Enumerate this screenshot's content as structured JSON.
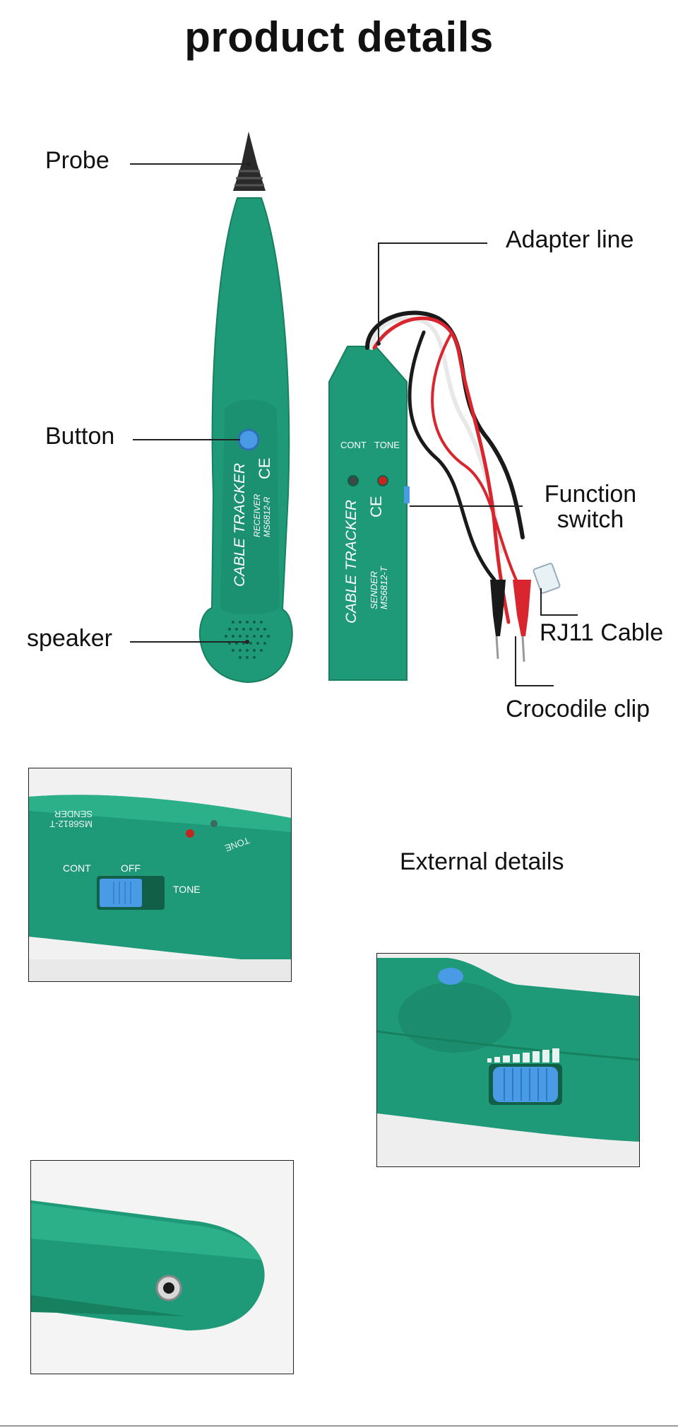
{
  "page": {
    "title": "product details"
  },
  "callouts": {
    "probe": "Probe",
    "button": "Button",
    "speaker": "speaker",
    "adapter_line": "Adapter line",
    "function_switch_line1": "Function",
    "function_switch_line2": "switch",
    "rj11_cable": "RJ11 Cable",
    "crocodile_clip": "Crocodile clip"
  },
  "receiver": {
    "brand": "CABLE TRACKER",
    "type": "RECEIVER",
    "model": "MS6812-R",
    "mark": "CE"
  },
  "sender": {
    "brand": "CABLE TRACKER",
    "type": "SENDER",
    "model": "MS6812-T",
    "mark": "CE",
    "led_labels": [
      "CONT",
      "TONE"
    ]
  },
  "details": {
    "heading": "External details",
    "switch_labels": [
      "CONT",
      "OFF",
      "TONE"
    ],
    "closeup_sender_text": "SENDER",
    "closeup_sender_model": "MS6812-T",
    "closeup_tone": "TONE"
  },
  "colors": {
    "device_green": "#1f9a78",
    "device_dark": "#17805f",
    "accent_blue": "#4a9be6",
    "led_red": "#c0281e"
  }
}
